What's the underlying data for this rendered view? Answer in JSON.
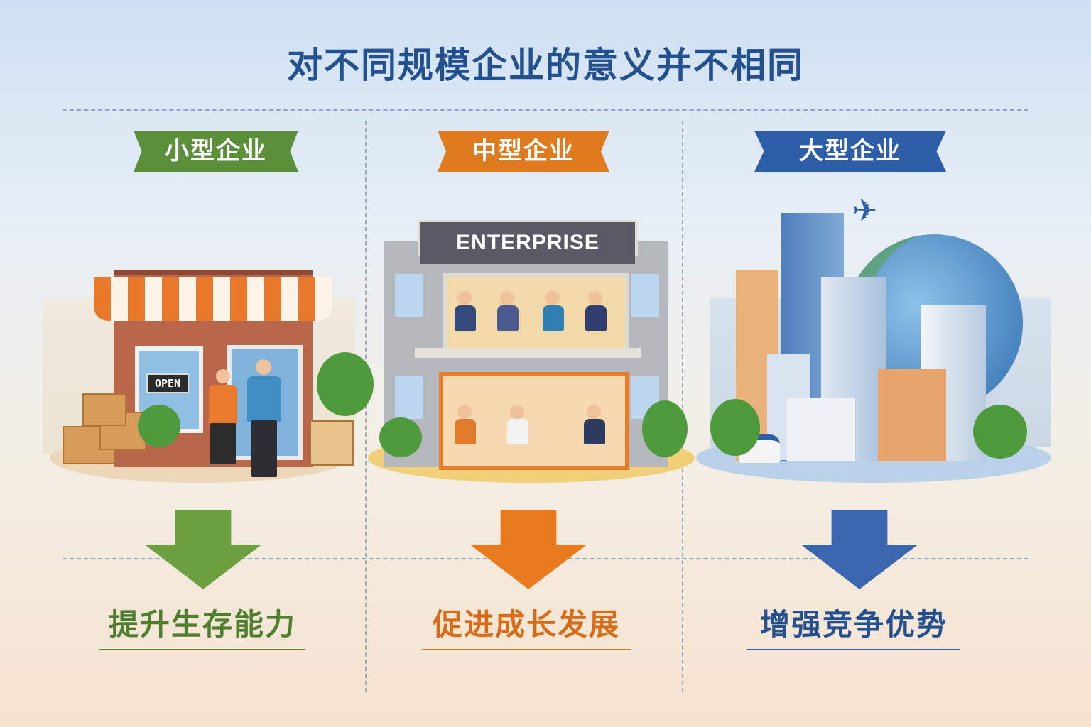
{
  "title": "对不同规模企业的意义并不相同",
  "columns": [
    {
      "label": "小型企业",
      "result": "提升生存能力",
      "color": "#5b8f3a"
    },
    {
      "label": "中型企业",
      "result": "促进成长发展",
      "color": "#e07a1e"
    },
    {
      "label": "大型企业",
      "result": "增强竞争优势",
      "color": "#2f5ea8"
    }
  ],
  "shop_sign": "OPEN",
  "building_sign": "ENTERPRISE"
}
